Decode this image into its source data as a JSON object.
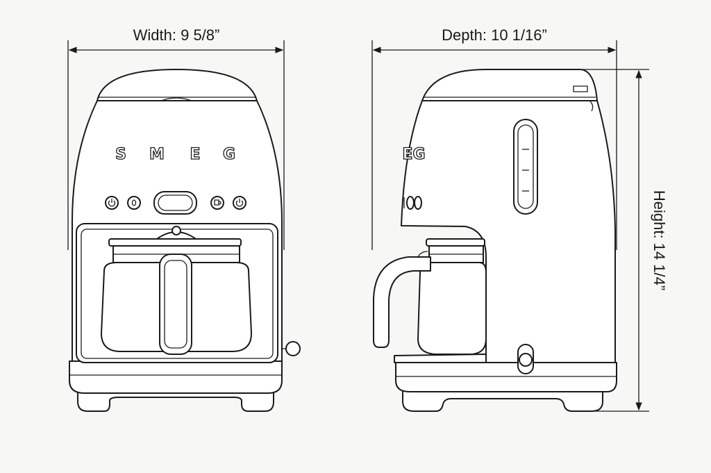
{
  "dimensions": {
    "width": "Width: 9 5/8”",
    "depth": "Depth: 10 1/16”",
    "height": "Height: 14 1/4”"
  },
  "brand": {
    "front_letters": [
      "S",
      "M",
      "E",
      "G"
    ],
    "side_letters": "EG"
  },
  "colors": {
    "line": "#1a1a1a",
    "background": "#f7f7f5",
    "fill": "#ffffff"
  }
}
